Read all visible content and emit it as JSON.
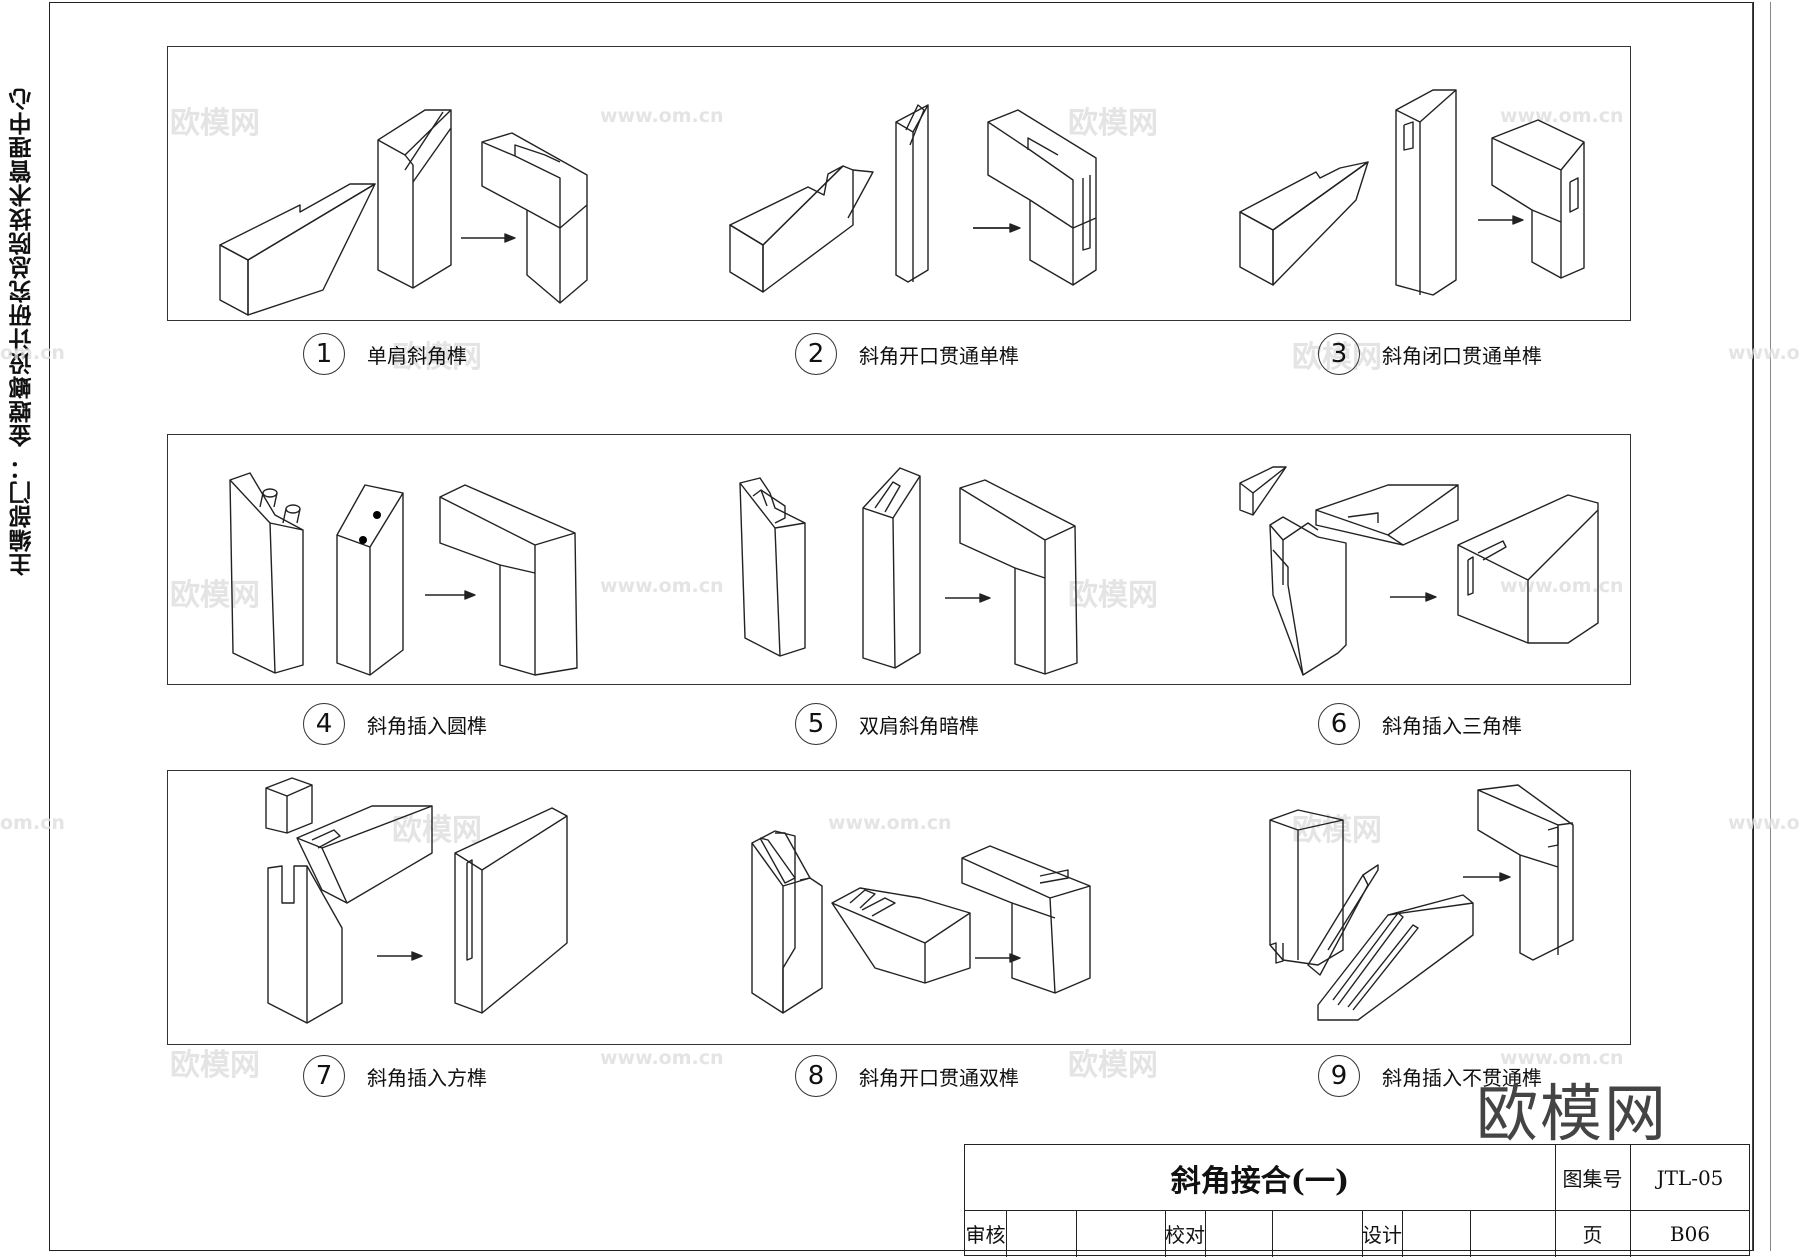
{
  "side_label": "主编部门：  金螳螂设计研究总院技术管理中心",
  "figures": [
    {
      "num": "1",
      "label": "单肩斜角榫"
    },
    {
      "num": "2",
      "label": "斜角开口贯通单榫"
    },
    {
      "num": "3",
      "label": "斜角闭口贯通单榫"
    },
    {
      "num": "4",
      "label": "斜角插入圆榫"
    },
    {
      "num": "5",
      "label": "双肩斜角暗榫"
    },
    {
      "num": "6",
      "label": "斜角插入三角榫"
    },
    {
      "num": "7",
      "label": "斜角插入方榫"
    },
    {
      "num": "8",
      "label": "斜角开口贯通双榫"
    },
    {
      "num": "9",
      "label": "斜角插入不贯通榫"
    }
  ],
  "watermark": {
    "brand": "欧模网",
    "url": "www.om.cn",
    "url_partial": "om.cn"
  },
  "title_block": {
    "title": "斜角接合(一)",
    "atlas_label": "图集号",
    "atlas_value": "JTL-05",
    "review_label": "审核",
    "check_label": "校对",
    "design_label": "设计",
    "page_label": "页",
    "page_value": "B06"
  }
}
